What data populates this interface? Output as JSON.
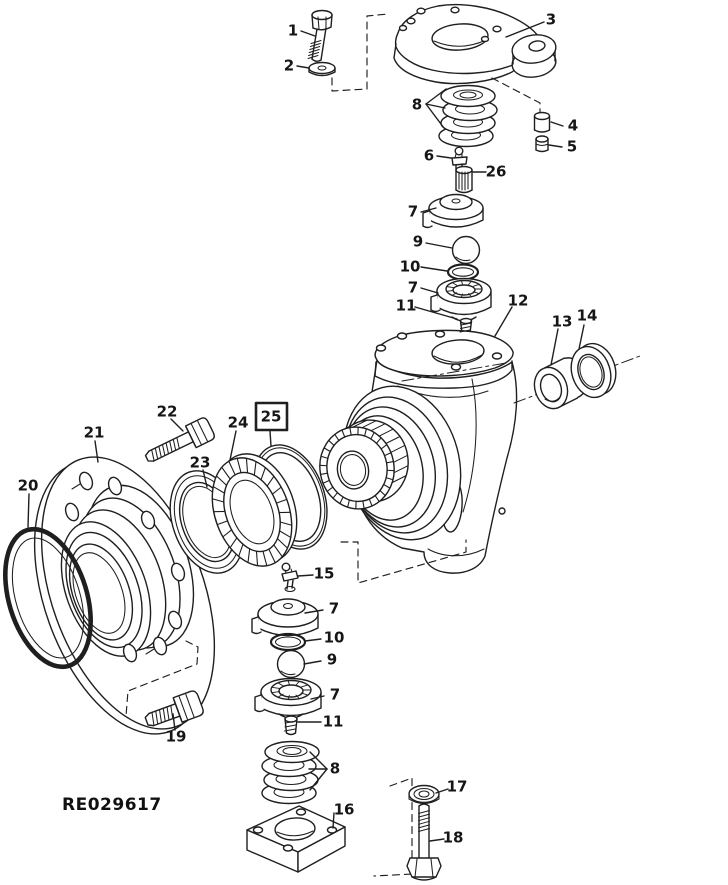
{
  "diagram": {
    "drawing_number": "RE029617",
    "highlight_color": "#963832",
    "highlighted_callout": "25",
    "callouts": [
      {
        "label": "1"
      },
      {
        "label": "2"
      },
      {
        "label": "3"
      },
      {
        "label": "8"
      },
      {
        "label": "4"
      },
      {
        "label": "5"
      },
      {
        "label": "6"
      },
      {
        "label": "26"
      },
      {
        "label": "7"
      },
      {
        "label": "9"
      },
      {
        "label": "10"
      },
      {
        "label": "7"
      },
      {
        "label": "11"
      },
      {
        "label": "12"
      },
      {
        "label": "13"
      },
      {
        "label": "14"
      },
      {
        "label": "22"
      },
      {
        "label": "21"
      },
      {
        "label": "24"
      },
      {
        "label": "25"
      },
      {
        "label": "23"
      },
      {
        "label": "20"
      },
      {
        "label": "15"
      },
      {
        "label": "7"
      },
      {
        "label": "10"
      },
      {
        "label": "9"
      },
      {
        "label": "7"
      },
      {
        "label": "11"
      },
      {
        "label": "19"
      },
      {
        "label": "8"
      },
      {
        "label": "16"
      },
      {
        "label": "17"
      },
      {
        "label": "18"
      }
    ]
  }
}
